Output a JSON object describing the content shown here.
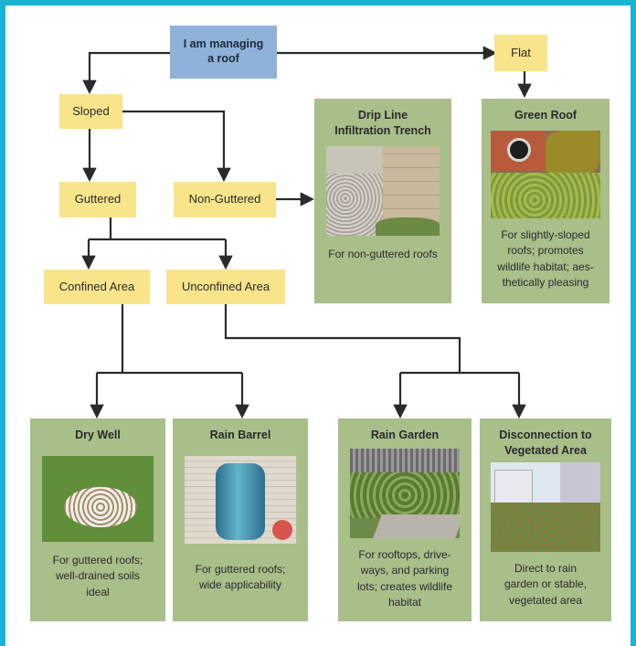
{
  "nodes": {
    "root": "I am managing a roof",
    "sloped": "Sloped",
    "flat": "Flat",
    "guttered": "Guttered",
    "non_guttered": "Non-Guttered",
    "confined": "Confined Area",
    "unconfined": "Unconfined Area"
  },
  "cards": {
    "drip_line": {
      "title": "Drip Line Infiltration Trench",
      "desc": "For non-guttered roofs"
    },
    "green_roof": {
      "title": "Green Roof",
      "desc": "For slightly-sloped roofs; promotes wildlife habitat; aes-thetically pleasing"
    },
    "dry_well": {
      "title": "Dry Well",
      "desc": "For guttered roofs; well-drained soils ideal"
    },
    "rain_barrel": {
      "title": "Rain Barrel",
      "desc": "For guttered roofs; wide applicability"
    },
    "rain_garden": {
      "title": "Rain Garden",
      "desc": "For rooftops, drive-ways, and parking lots; creates wildlife habitat"
    },
    "disconnection": {
      "title": "Disconnection to Vegetated Area",
      "desc": "Direct to rain garden or stable, vegetated area"
    }
  },
  "colors": {
    "frame": "#19b3d3",
    "decision_box": "#f8e48a",
    "root_box": "#8fb2d8",
    "practice_card": "#a8bf8a",
    "arrow": "#2a2a2a"
  }
}
